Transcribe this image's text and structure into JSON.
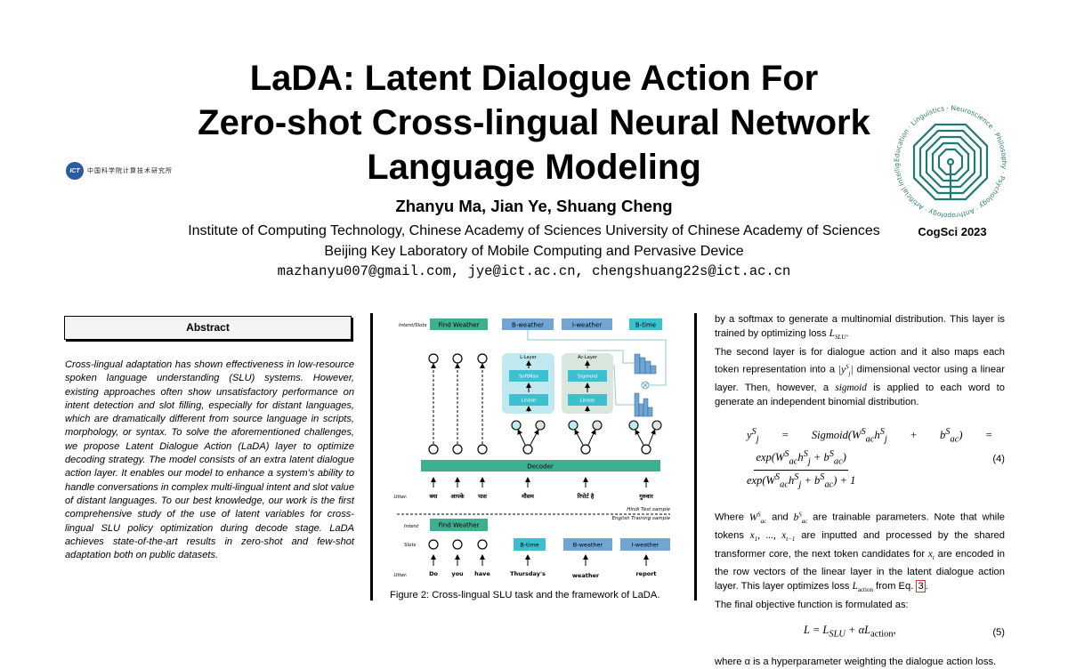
{
  "title": {
    "line1": "LaDA: Latent Dialogue Action For",
    "line2": "Zero-shot Cross-lingual Neural Network",
    "line3": "Language Modeling"
  },
  "authors": "Zhanyu Ma, Jian Ye, Shuang Cheng",
  "affiliation1": "Institute of Computing Technology, Chinese Academy of Sciences University of Chinese Academy of Sciences",
  "affiliation2": "Beijing Key Laboratory of Mobile Computing and Pervasive Device",
  "emails": "mazhanyu007@gmail.com, jye@ict.ac.cn, chengshuang22s@ict.ac.cn",
  "logos": {
    "ict_badge": "ICT",
    "ict_text": "中国科学院计算技术研究所",
    "cogsci_label": "CogSci 2023",
    "cogsci_ring": "Education · Linguistics · Neuroscience · Philosophy · Psychology · Anthropology · Artificial Intelligence ·"
  },
  "abstract": {
    "heading": "Abstract",
    "text": "Cross-lingual adaptation has shown effectiveness in low-resource spoken language understanding (SLU) systems. However, existing approaches often show unsatisfactory performance on intent detection and slot filling, especially for distant languages, which are dramatically different from source language in scripts, morphology, or syntax. To solve the aforementioned challenges, we propose Latent Dialogue Action (LaDA) layer to optimize decoding strategy. The model consists of an extra latent dialogue action layer. It enables our model to enhance a system's ability to handle conversations in complex multi-lingual intent and slot value of distant languages. To our best knowledge, our work is the first comprehensive study of the use of latent variables for cross-lingual SLU policy optimization during decode stage. LaDA achieves state-of-the-art results in zero-shot and few-shot adaptation both on public datasets."
  },
  "figure": {
    "intent_slots_label": "Intent/Slots",
    "top_tags": [
      "Find Weather",
      "B-weather",
      "I-weather",
      "B-time"
    ],
    "l_layer": "L-Layer",
    "ac_layer": "Ac-Layer",
    "softmax": "SoftMax",
    "sigmoid": "Sigmoid",
    "linear": "Linear",
    "decoder": "Decoder",
    "utter_label": "Utter.",
    "hindi_words": [
      "क्या",
      "आपके",
      "पास",
      "मौसम",
      "रिपोर्ट है",
      "गुरुवार"
    ],
    "hindi_sample": "Hindi Test sample",
    "english_sample": "English Training sample",
    "intent_label": "Intent",
    "intent_value": "Find Weather",
    "slots_label": "Slots",
    "slot_tags": [
      "B-time",
      "B-weather",
      "I-weather"
    ],
    "english_words": [
      "Do",
      "you",
      "have",
      "Thursday's",
      "weather",
      "report"
    ],
    "caption": "Figure 2: Cross-lingual SLU task and the framework of LaDA."
  },
  "right": {
    "p1a": "by a softmax to generate a multinomial distribution. This layer is trained by optimizing loss ",
    "p2a": "The second layer is for dialogue action and it also maps each token representation into a ",
    "p2b": " dimensional vector using a linear layer. Then, however, a ",
    "p2c": "sigmoid",
    "p2d": " is applied to each word to generate an independent binomial distribution.",
    "eq4_num": "(4)",
    "p3a": "Where ",
    "p3b": " and ",
    "p3c": " are trainable parameters. Note that while tokens ",
    "p3d": " are inputted and processed by the shared transformer core, the next token candidates for ",
    "p3e": " are encoded in the row vectors of the linear layer in the latent dialogue action layer. This layer optimizes loss ",
    "p3f": " from Eq. ",
    "p3ref": "3",
    "p4": "The final objective function is formulated as:",
    "eq5_num": "(5)",
    "p5": "where α is a hyperparameter weighting the dialogue action loss."
  },
  "colors": {
    "green": "#3fb08f",
    "blue": "#6fa6d6",
    "cyan": "#3cc0d0",
    "teal": "#1f7a74",
    "panel_l": "#bfe9ef",
    "panel_ac": "#d8e6de"
  }
}
